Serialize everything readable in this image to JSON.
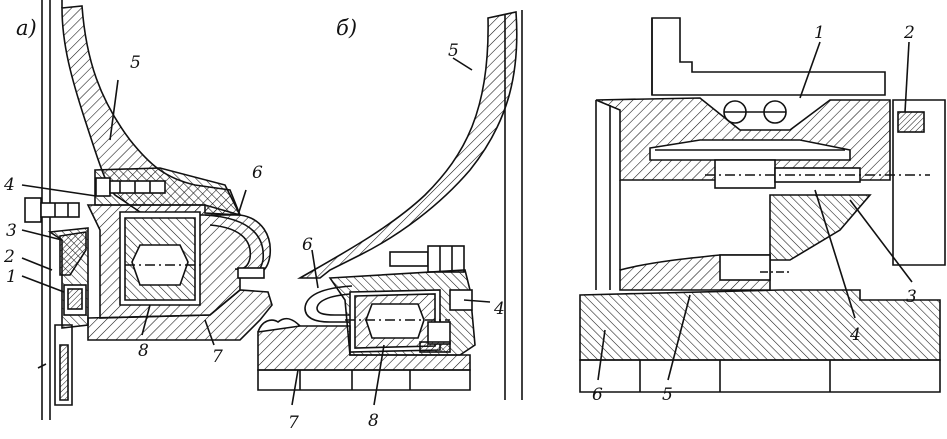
{
  "panels": [
    {
      "id": "a",
      "label": "а)"
    },
    {
      "id": "b",
      "label": "б)"
    },
    {
      "id": "c",
      "label": ""
    }
  ],
  "callouts": {
    "a": [
      "5",
      "4",
      "6",
      "3",
      "2",
      "1",
      "8",
      "7"
    ],
    "b": [
      "5",
      "6",
      "4",
      "7",
      "8"
    ],
    "c": [
      "1",
      "2",
      "3",
      "4",
      "6",
      "5"
    ]
  },
  "colors": {
    "ink": "#111111",
    "paper": "#ffffff"
  }
}
